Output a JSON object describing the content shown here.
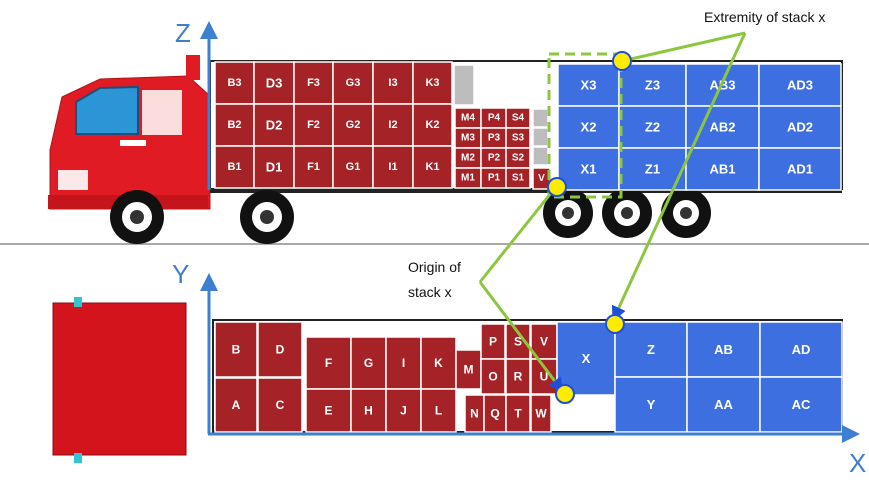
{
  "axes": {
    "z": "Z",
    "y": "Y",
    "x": "X"
  },
  "annotations": {
    "extremity": "Extremity of stack x",
    "origin_line1": "Origin of",
    "origin_line2": "stack x"
  },
  "colors": {
    "red_box": "#a52226",
    "blue_box": "#3d6fe0",
    "axis": "#3d7fd1",
    "green_line": "#8cc63f",
    "marker": "#ffec00",
    "gray_box": "#bdbdbd",
    "truck_red": "#e01b24"
  },
  "top_view_boxes": {
    "large_red": [
      "B3",
      "D3",
      "F3",
      "G3",
      "I3",
      "K3",
      "B2",
      "D2",
      "F2",
      "G2",
      "I2",
      "K2",
      "B1",
      "D1",
      "F1",
      "G1",
      "I1",
      "K1"
    ],
    "small_red": [
      "M4",
      "P4",
      "S4",
      "M3",
      "P3",
      "S3",
      "M2",
      "P2",
      "S2",
      "M1",
      "P1",
      "S1",
      "V"
    ],
    "blue": [
      "X3",
      "Z3",
      "AB3",
      "AD3",
      "X2",
      "Z2",
      "AB2",
      "AD2",
      "X1",
      "Z1",
      "AB1",
      "AD1"
    ]
  },
  "bottom_view_boxes": {
    "red": [
      "B",
      "D",
      "A",
      "C",
      "F",
      "G",
      "I",
      "K",
      "E",
      "H",
      "J",
      "L",
      "M",
      "P",
      "S",
      "V",
      "O",
      "R",
      "U",
      "N",
      "Q",
      "T",
      "W"
    ],
    "blue": [
      "X",
      "Z",
      "AB",
      "AD",
      "Y",
      "AA",
      "AC"
    ]
  }
}
